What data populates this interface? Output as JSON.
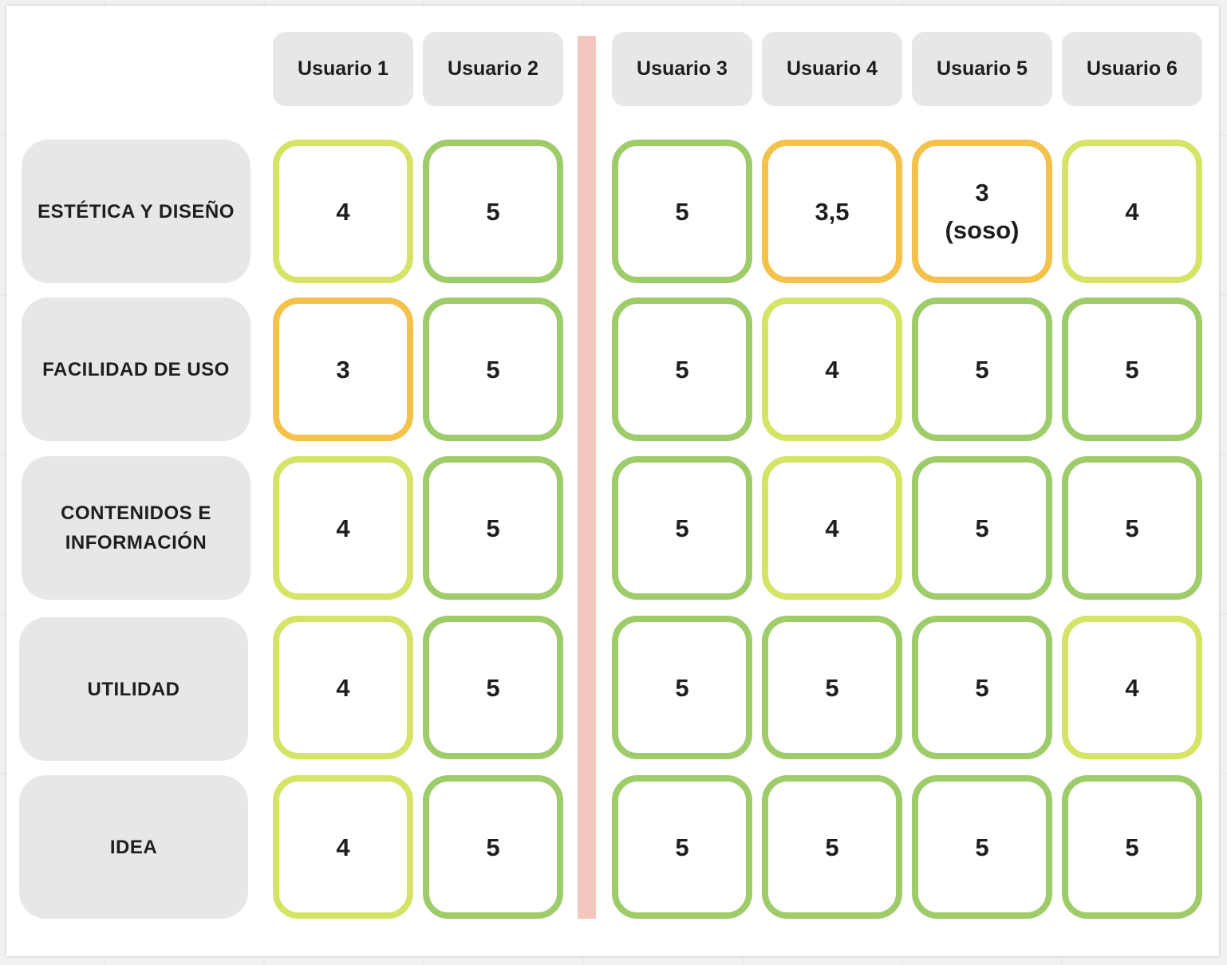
{
  "colors": {
    "dark_green": "#9fcc6a",
    "light_green": "#d5e466",
    "orange": "#f4c24b",
    "divider": "#f3c7bd",
    "label_bg": "#e7e7e7"
  },
  "users": [
    "Usuario 1",
    "Usuario 2",
    "Usuario 3",
    "Usuario 4",
    "Usuario 5",
    "Usuario 6"
  ],
  "rows": [
    {
      "label": "ESTÉTICA Y DISEÑO",
      "scores": [
        {
          "text": "4",
          "rating": "light_green"
        },
        {
          "text": "5",
          "rating": "dark_green"
        },
        {
          "text": "5",
          "rating": "dark_green"
        },
        {
          "text": "3,5",
          "rating": "orange"
        },
        {
          "text": "3\n(soso)",
          "rating": "orange"
        },
        {
          "text": "4",
          "rating": "light_green"
        }
      ]
    },
    {
      "label": "FACILIDAD DE USO",
      "scores": [
        {
          "text": "3",
          "rating": "orange"
        },
        {
          "text": "5",
          "rating": "dark_green"
        },
        {
          "text": "5",
          "rating": "dark_green"
        },
        {
          "text": "4",
          "rating": "light_green"
        },
        {
          "text": "5",
          "rating": "dark_green"
        },
        {
          "text": "5",
          "rating": "dark_green"
        }
      ]
    },
    {
      "label": "CONTENIDOS E\nINFORMACIÓN",
      "scores": [
        {
          "text": "4",
          "rating": "light_green"
        },
        {
          "text": "5",
          "rating": "dark_green"
        },
        {
          "text": "5",
          "rating": "dark_green"
        },
        {
          "text": "4",
          "rating": "light_green"
        },
        {
          "text": "5",
          "rating": "dark_green"
        },
        {
          "text": "5",
          "rating": "dark_green"
        }
      ]
    },
    {
      "label": "UTILIDAD",
      "scores": [
        {
          "text": "4",
          "rating": "light_green"
        },
        {
          "text": "5",
          "rating": "dark_green"
        },
        {
          "text": "5",
          "rating": "dark_green"
        },
        {
          "text": "5",
          "rating": "dark_green"
        },
        {
          "text": "5",
          "rating": "dark_green"
        },
        {
          "text": "4",
          "rating": "light_green"
        }
      ]
    },
    {
      "label": "IDEA",
      "scores": [
        {
          "text": "4",
          "rating": "light_green"
        },
        {
          "text": "5",
          "rating": "dark_green"
        },
        {
          "text": "5",
          "rating": "dark_green"
        },
        {
          "text": "5",
          "rating": "dark_green"
        },
        {
          "text": "5",
          "rating": "dark_green"
        },
        {
          "text": "5",
          "rating": "dark_green"
        }
      ]
    }
  ]
}
